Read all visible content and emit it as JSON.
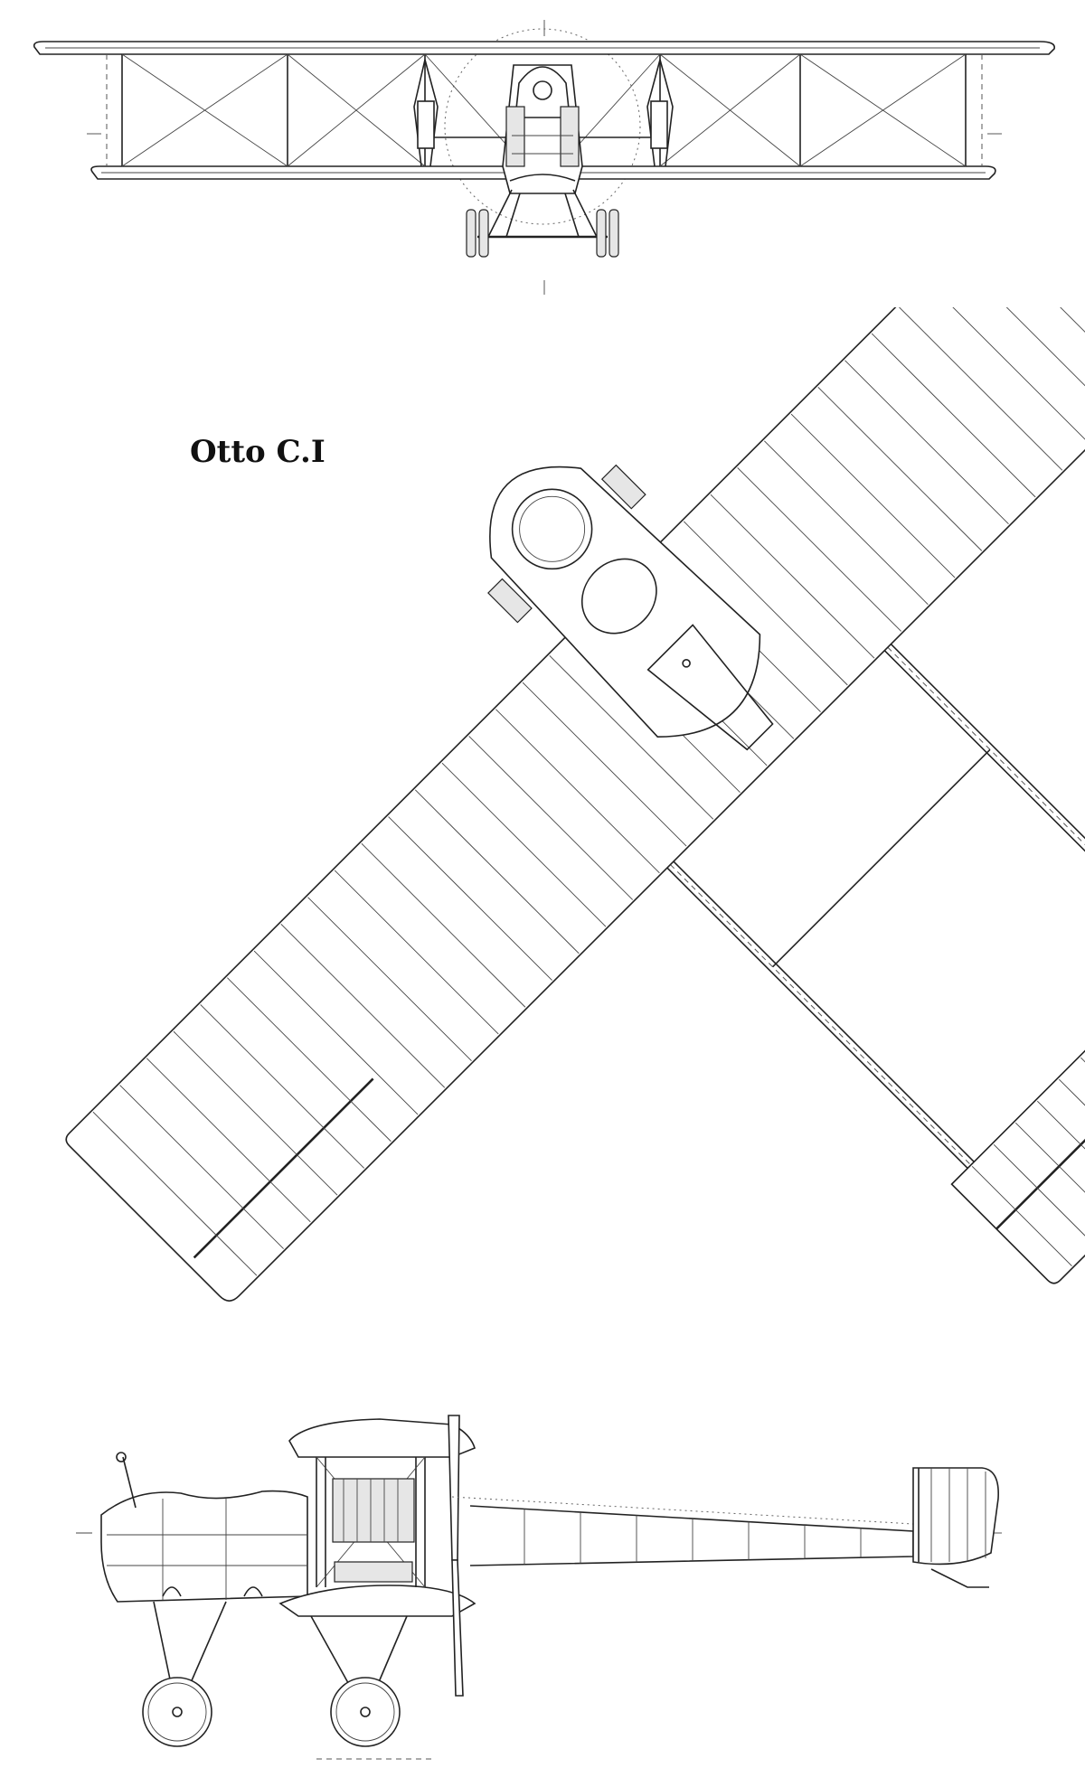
{
  "title": "Otto C.I",
  "views": [
    {
      "id": "front-view"
    },
    {
      "id": "top-view"
    },
    {
      "id": "side-view"
    }
  ],
  "colors": {
    "line": "#222222",
    "background": "#ffffff"
  }
}
